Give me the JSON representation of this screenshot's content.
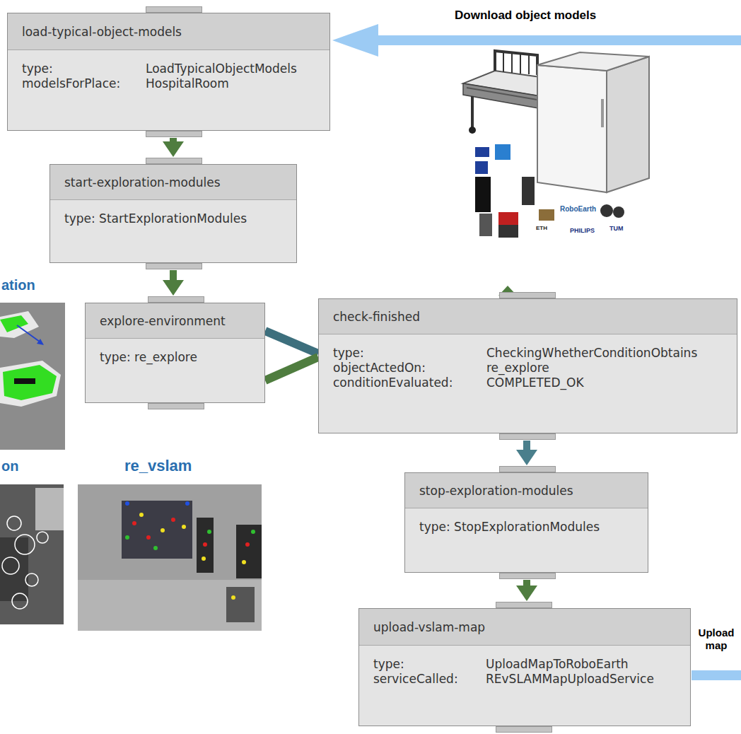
{
  "diagram": {
    "nodes": [
      {
        "text": [
          "load-typical-object-models",
          "type:",
          "LoadTypicalObjectModels",
          "modelsForPlace:",
          "HospitalRoom"
        ]
      },
      {
        "text": [
          "start-exploration-modules",
          "type: StartExplorationModules"
        ]
      },
      {
        "text": [
          "explore-environment",
          "type: re_explore"
        ]
      },
      {
        "text": [
          "check-finished",
          "type:",
          "CheckingWhetherConditionObtains",
          "objectActedOn:",
          "re_explore",
          "conditionEvaluated:",
          "COMPLETED_OK"
        ]
      },
      {
        "text": [
          "stop-exploration-modules",
          "type: StopExplorationModules"
        ]
      },
      {
        "text": [
          "upload-vslam-map",
          "type:",
          "UploadMapToRoboEarth",
          "serviceCalled:",
          "REvSLAMMapUploadService"
        ]
      }
    ],
    "edges": [
      {
        "from": 0,
        "to": 1,
        "arrow": "to"
      },
      {
        "from": 1,
        "to": 2,
        "arrow": "to"
      },
      {
        "from": 2,
        "to": 3,
        "arrow": "none"
      },
      {
        "from": 3,
        "to": 2,
        "arrow": "none"
      },
      {
        "from": 3,
        "to": 4,
        "arrow": "to"
      },
      {
        "from": 4,
        "to": 5,
        "arrow": "to"
      }
    ],
    "labels": [
      "Download object models",
      "Upload map",
      "ation",
      "on",
      "re_vslam",
      "RoboEarth",
      "PHILIPS",
      "TUM",
      "ETH"
    ]
  }
}
